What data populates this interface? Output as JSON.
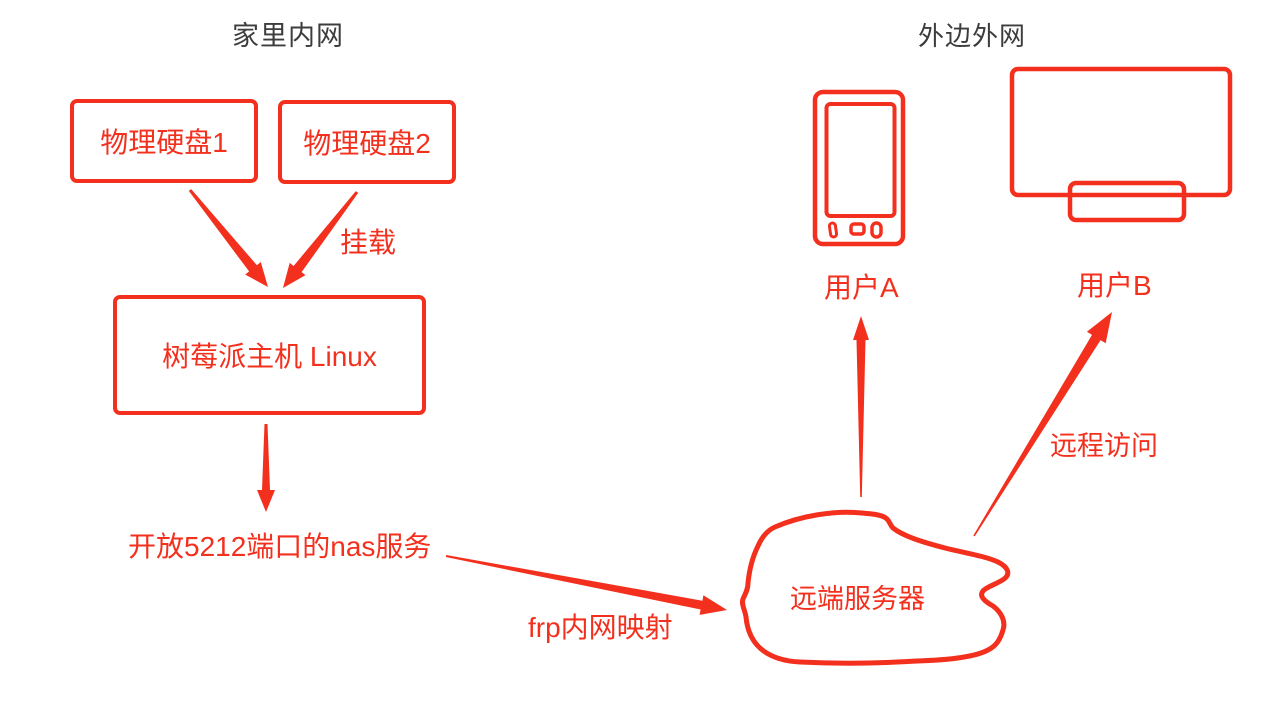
{
  "diagram": {
    "titles": {
      "home": "家里内网",
      "external": "外边外网"
    },
    "nodes": {
      "disk1": "物理硬盘1",
      "disk2": "物理硬盘2",
      "pi": "树莓派主机 Linux",
      "nas": "开放5212端口的nas服务",
      "cloud": "远端服务器",
      "userA": "用户A",
      "userB": "用户B"
    },
    "edge_labels": {
      "mount": "挂载",
      "frp": "frp内网映射",
      "remote": "远程访问"
    },
    "icons": {
      "phone": "phone-icon",
      "monitor": "monitor-icon"
    },
    "colors": {
      "accent_red": "#f3301e",
      "title_gray": "#3d3d3d",
      "background": "#ffffff"
    }
  }
}
